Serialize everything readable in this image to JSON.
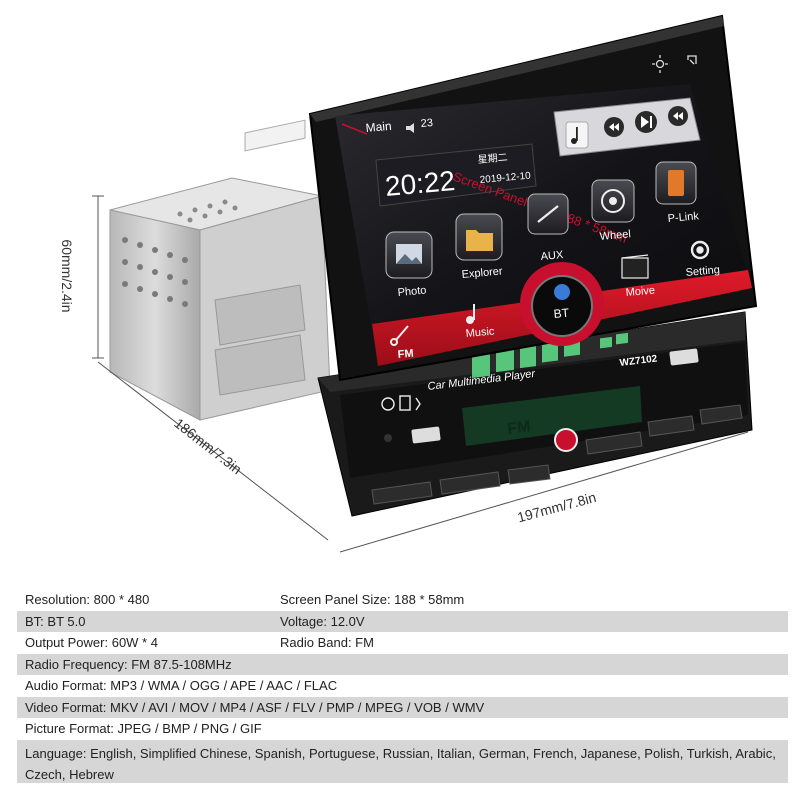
{
  "dimensions": {
    "height": "60mm/2.4in",
    "depth": "186mm/7.3in",
    "width": "197mm/7.8in"
  },
  "screen": {
    "main_label": "Main",
    "volume": "23",
    "time": "20:22",
    "weekday": "星期二",
    "date": "2019-12-10",
    "overlay": "Screen Panel Size: 188 * 58mm",
    "apps": {
      "photo": "Photo",
      "explorer": "Explorer",
      "aux": "AUX",
      "wheel": "Wheel",
      "plink": "P-Link",
      "fm": "FM",
      "music": "Music",
      "bt": "BT",
      "moive": "Moive",
      "setting": "Setting"
    }
  },
  "faceplate": {
    "brand": "Car Multimedia Player",
    "model": "WZ7102",
    "display": "FM"
  },
  "specs": [
    {
      "a": "Resolution: 800 * 480",
      "b": "Screen Panel Size: 188 * 58mm"
    },
    {
      "a": "BT: BT 5.0",
      "b": "Voltage: 12.0V"
    },
    {
      "a": "Output Power: 60W * 4",
      "b": "Radio Band: FM"
    },
    {
      "a": "Radio Frequency: FM 87.5-108MHz"
    },
    {
      "a": "Audio Format: MP3 / WMA / OGG / APE / AAC / FLAC"
    },
    {
      "a": "Video Format: MKV / AVI / MOV / MP4 / ASF / FLV / PMP / MPEG / VOB / WMV"
    },
    {
      "a": "Picture Format: JPEG / BMP / PNG / GIF"
    },
    {
      "a": "Language: English, Simplified Chinese, Spanish, Portuguese, Russian, Italian, German, French, Japanese, Polish, Turkish, Arabic, Czech, Hebrew"
    }
  ],
  "colors": {
    "accent_red": "#c8102e",
    "chassis": "#c9c9c9",
    "screen_bg": "#1b1b1f",
    "table_shade": "#d6d6d6"
  }
}
